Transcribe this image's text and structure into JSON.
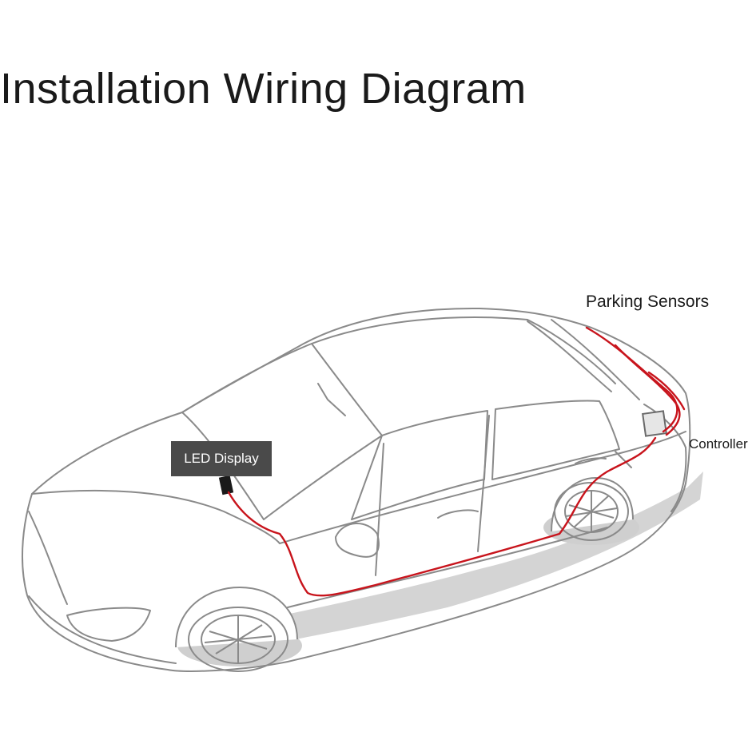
{
  "title": "Installation Wiring Diagram",
  "labels": {
    "parking_sensors": "Parking Sensors",
    "controller": "Controller",
    "led_display": "LED Display"
  },
  "colors": {
    "wire": "#c8141c",
    "outline": "#8a8a8a",
    "shadow": "#cfcfcf",
    "label_box": "#4a4a4a"
  }
}
